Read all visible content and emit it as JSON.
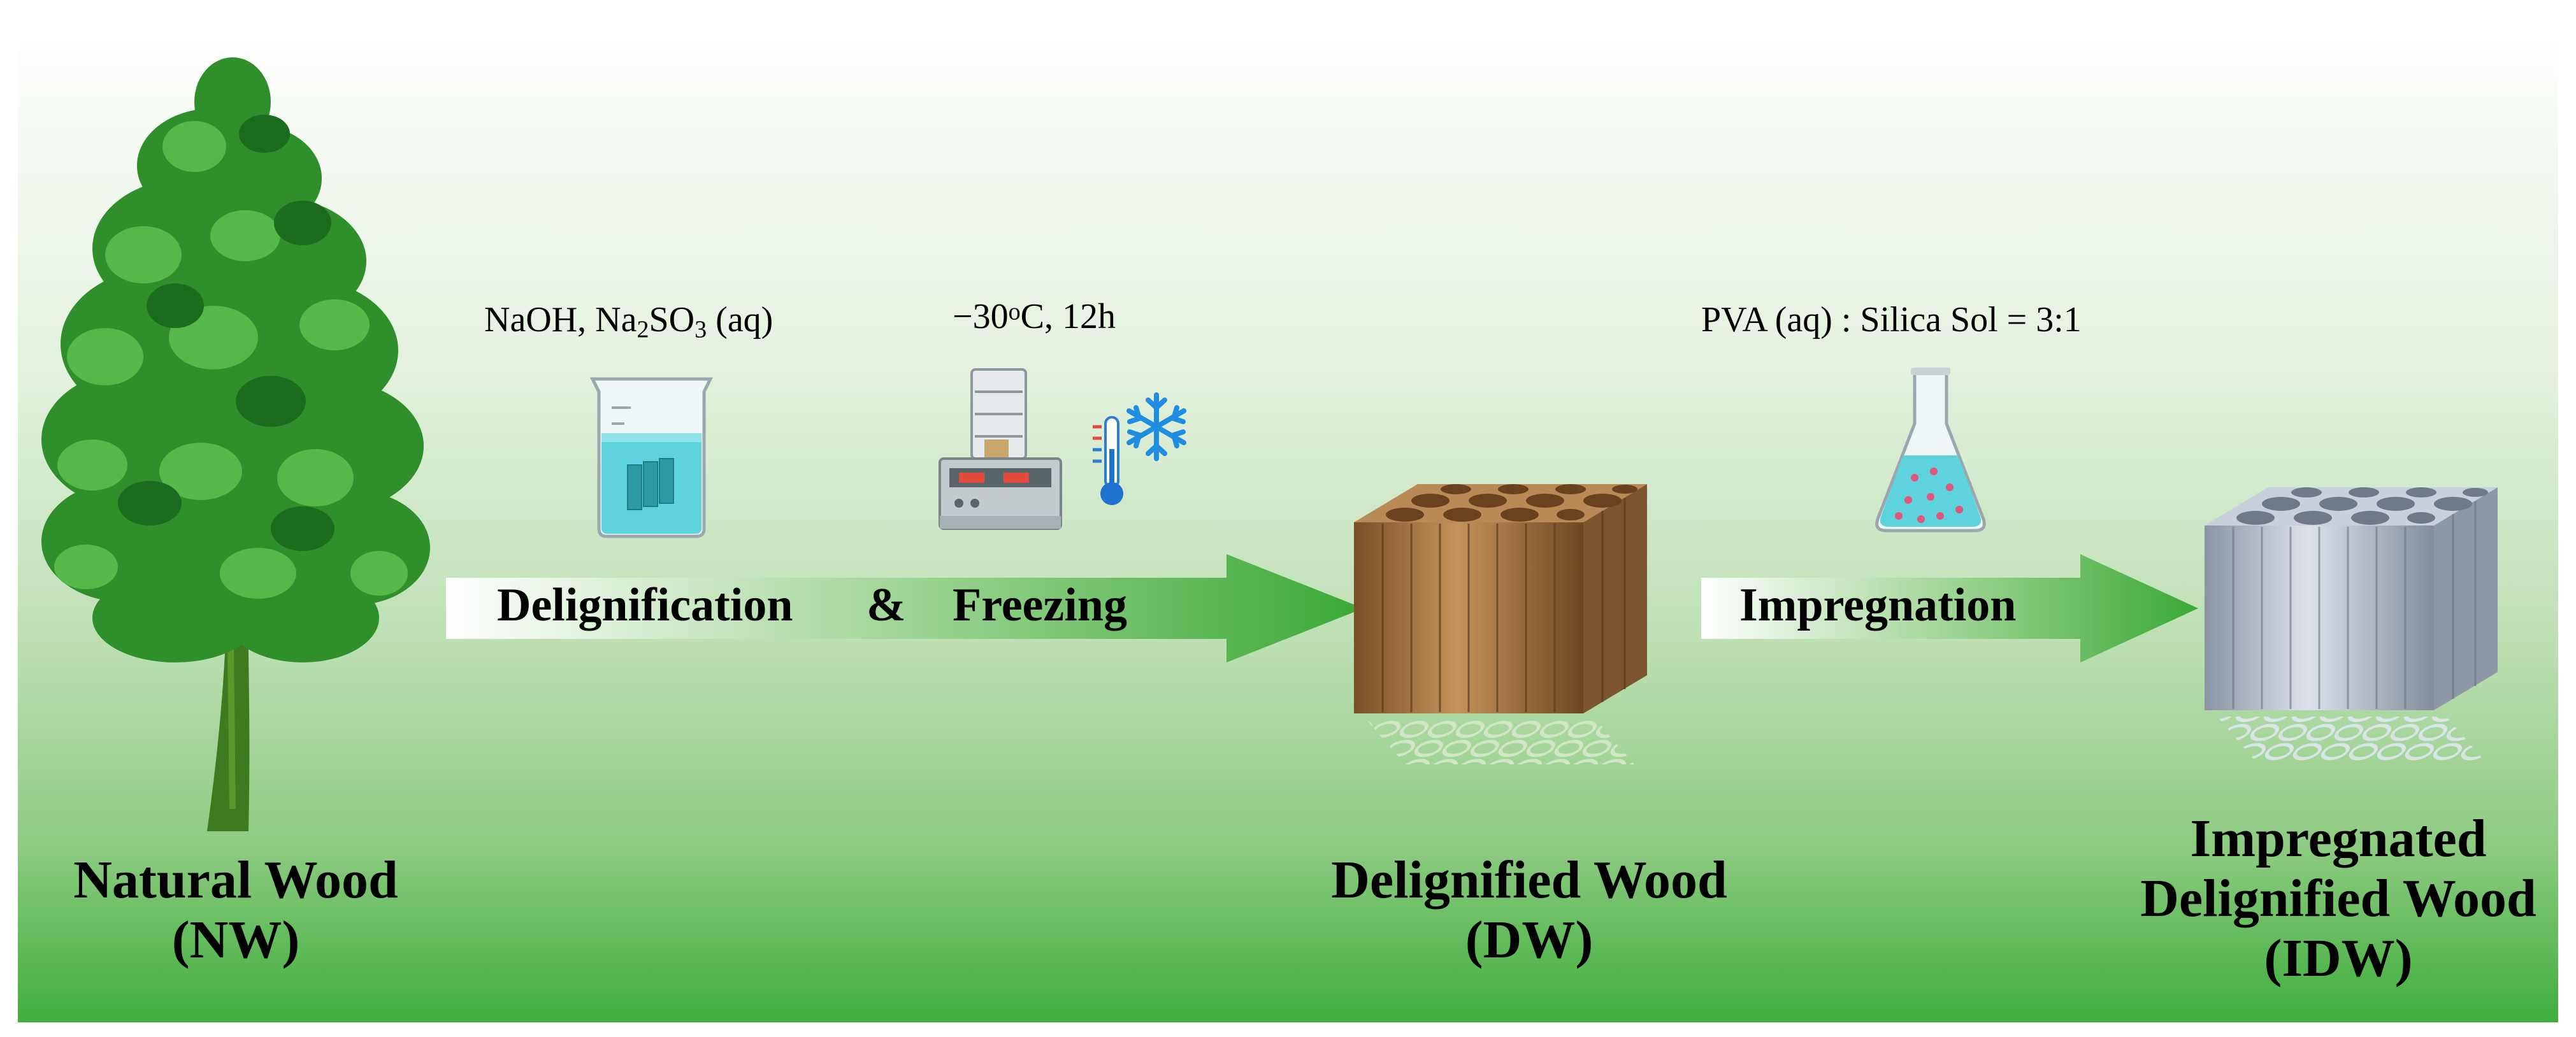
{
  "captions": {
    "natural_wood_name": "Natural Wood",
    "natural_wood_abbr": "(NW)",
    "delignified_wood_name": "Delignified Wood",
    "delignified_wood_abbr": "(DW)",
    "impregnated_line1": "Impregnated",
    "impregnated_line2": "Delignified Wood",
    "impregnated_abbr": "(IDW)"
  },
  "steps": {
    "step1_part_a": "Delignification",
    "step1_amp": "&",
    "step1_part_b": "Freezing",
    "step2": "Impregnation"
  },
  "conditions": {
    "reagent_a": "NaOH, Na",
    "reagent_a_sub1": "2",
    "reagent_a_mid": "SO",
    "reagent_a_sub2": "3",
    "reagent_a_end": " (aq)",
    "freeze_prefix": "−30",
    "freeze_sup": "o",
    "freeze_suffix": "C, 12h",
    "ratio": "PVA (aq) : Silica Sol = 3:1"
  },
  "colors": {
    "arrow_green": "#3aa935",
    "wood_brown": "#9a6b3f",
    "silica_gray": "#aab2bf",
    "liquid_cyan": "#5ed3de",
    "tree_green": "#2f8f2b"
  },
  "icons": [
    "tree-icon",
    "beaker-icon",
    "freeze-dryer-icon",
    "thermometer-icon",
    "snowflake-icon",
    "delignified-wood-block-icon",
    "erlenmeyer-flask-icon",
    "impregnated-wood-block-icon"
  ]
}
